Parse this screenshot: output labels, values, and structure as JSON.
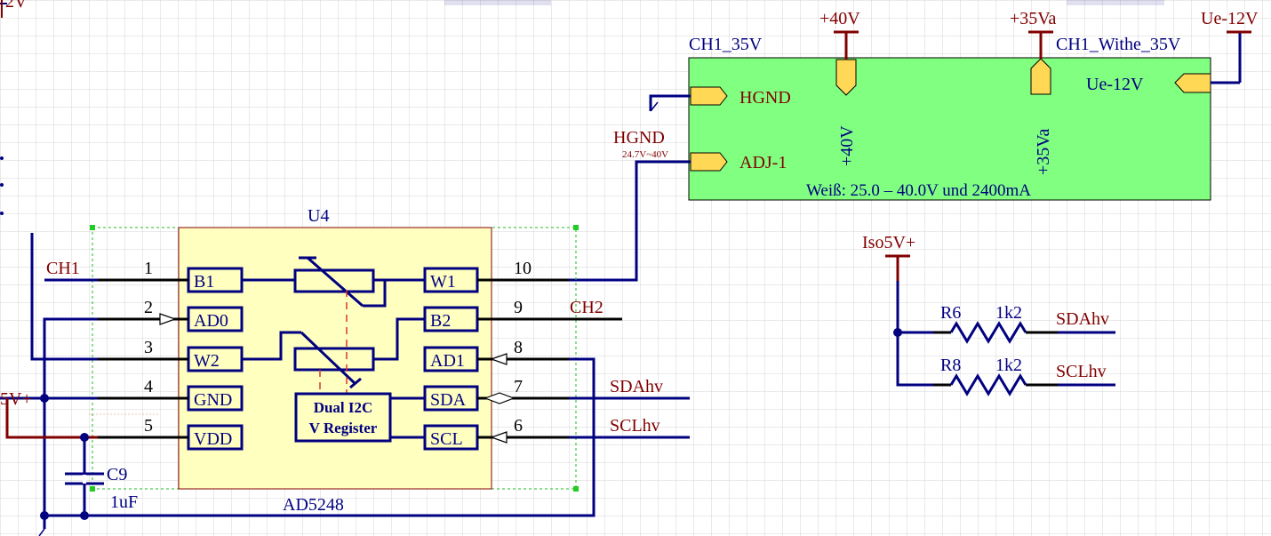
{
  "schematic": {
    "fragments": {
      "top_left": "2V",
      "bottom_left": "5V+"
    },
    "chip": {
      "designator": "U4",
      "part": "AD5248",
      "inner_label_1": "Dual I2C",
      "inner_label_2": "V Register",
      "pins_left": [
        "B1",
        "AD0",
        "W2",
        "GND",
        "VDD"
      ],
      "pins_right": [
        "W1",
        "B2",
        "AD1",
        "SDA",
        "SCL"
      ],
      "pin_numbers_left": [
        "1",
        "2",
        "3",
        "4",
        "5"
      ],
      "pin_numbers_right": [
        "10",
        "9",
        "8",
        "7",
        "6"
      ]
    },
    "nets": {
      "ch1": "CH1",
      "ch2": "CH2",
      "sdahv": "SDAhv",
      "sclhv": "SCLhv",
      "iso5v": "Iso5V+",
      "hgnd": "HGND",
      "range": "24.7V~40V"
    },
    "capacitor": {
      "designator": "C9",
      "value": "1uF"
    },
    "resistors": [
      {
        "designator": "R6",
        "value": "1k2",
        "net": "SDAhv"
      },
      {
        "designator": "R8",
        "value": "1k2",
        "net": "SCLhv"
      }
    ],
    "module": {
      "title_left": "CH1_35V",
      "title_right": "CH1_Withe_35V",
      "ports_left": [
        "HGND",
        "ADJ-1"
      ],
      "port_right": "Ue-12V",
      "vertical_1": "+40V",
      "vertical_2": "+35Va",
      "description": "Weiß: 25.0 – 40.0V und 2400mA",
      "fill_color": "#80ff80"
    },
    "power_ports": [
      "+40V",
      "+35Va",
      "Ue-12V"
    ],
    "colors": {
      "wire": "#000080",
      "label": "#800000",
      "chip_fill": "#ffffc0",
      "port_fill": "#ffd955"
    }
  }
}
